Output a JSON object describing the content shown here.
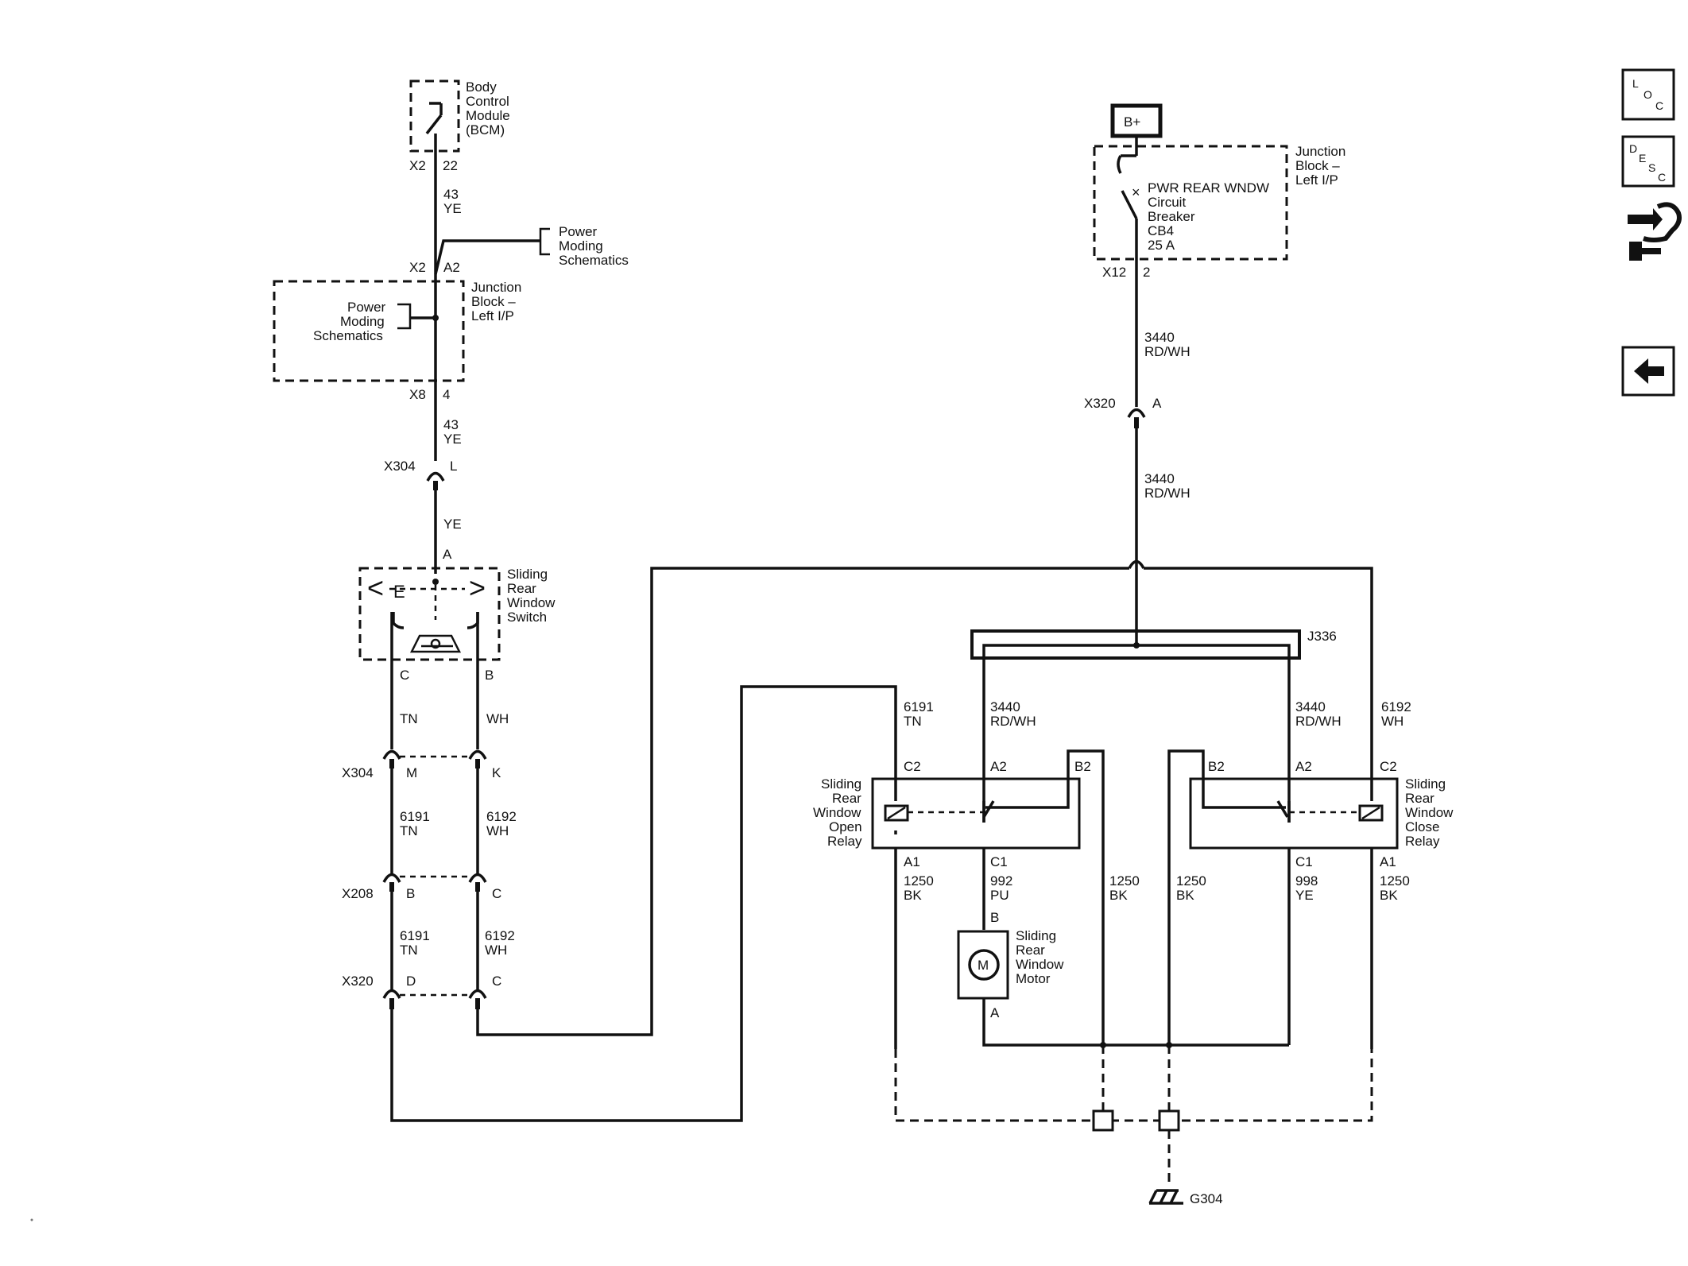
{
  "modules": {
    "bcm": {
      "name": [
        "Body",
        "Control",
        "Module",
        "(BCM)"
      ],
      "conn": "X2",
      "pin": "22"
    },
    "jb_left": {
      "name": [
        "Junction",
        "Block –",
        "Left I/P"
      ],
      "conn_top": "X2",
      "pin_top": "A2",
      "conn_bot": "X8",
      "pin_bot": "4"
    },
    "jb_right": {
      "name": [
        "Junction",
        "Block –",
        "Left I/P"
      ],
      "conn": "X12",
      "pin": "2"
    },
    "breaker": {
      "lines": [
        "PWR REAR WNDW",
        "Circuit",
        "Breaker",
        "CB4",
        "25 A"
      ]
    },
    "battery": {
      "label": "B+"
    },
    "pm_ref_top": [
      "Power",
      "Moding",
      "Schematics"
    ],
    "pm_ref_left": [
      "Power",
      "Moding",
      "Schematics"
    ],
    "switch": {
      "name": [
        "Sliding",
        "Rear",
        "Window",
        "Switch"
      ],
      "pin_a": "A",
      "pin_c": "C",
      "pin_b": "B"
    },
    "open_relay": {
      "name": [
        "Sliding",
        "Rear",
        "Window",
        "Open",
        "Relay"
      ],
      "c2": "C2",
      "a2": "A2",
      "b2": "B2",
      "a1": "A1",
      "c1": "C1"
    },
    "close_relay": {
      "name": [
        "Sliding",
        "Rear",
        "Window",
        "Close",
        "Relay"
      ],
      "c2": "C2",
      "a2": "A2",
      "b2": "B2",
      "a1": "A1",
      "c1": "C1"
    },
    "motor": {
      "name": [
        "Sliding",
        "Rear",
        "Window",
        "Motor"
      ],
      "symbol": "M",
      "pin_b": "B",
      "pin_a": "A"
    },
    "splice": {
      "label": "J336"
    },
    "ground": {
      "label": "G304"
    }
  },
  "wires": {
    "bcm_out": [
      "43",
      "YE"
    ],
    "jb_out": [
      "43",
      "YE"
    ],
    "x304_out": [
      "YE"
    ],
    "tn": "TN",
    "wh": "WH",
    "tn_x304": [
      "6191",
      "TN"
    ],
    "wh_x304": [
      "6192",
      "WH"
    ],
    "tn_x208": [
      "6191",
      "TN"
    ],
    "wh_x208": [
      "6192",
      "WH"
    ],
    "cb_out": [
      "3440",
      "RD/WH"
    ],
    "x320_out": [
      "3440",
      "RD/WH"
    ],
    "open_c2": [
      "6191",
      "TN"
    ],
    "open_a2": [
      "3440",
      "RD/WH"
    ],
    "close_a2": [
      "3440",
      "RD/WH"
    ],
    "close_c2": [
      "6192",
      "WH"
    ],
    "open_a1": [
      "1250",
      "BK"
    ],
    "open_c1": [
      "992",
      "PU"
    ],
    "open_b2": [
      "1250",
      "BK"
    ],
    "close_b2": [
      "1250",
      "BK"
    ],
    "close_c1": [
      "998",
      "YE"
    ],
    "close_a1": [
      "1250",
      "BK"
    ]
  },
  "connectors": {
    "x304_top": {
      "name": "X304",
      "pin": "L"
    },
    "x304": {
      "name": "X304",
      "pin_left": "M",
      "pin_right": "K"
    },
    "x208": {
      "name": "X208",
      "pin_left": "B",
      "pin_right": "C"
    },
    "x320": {
      "name": "X320",
      "pin_left": "D",
      "pin_right": "C"
    },
    "x320_right": {
      "name": "X320",
      "pin": "A"
    }
  },
  "sidebar": {
    "loc": {
      "icon": "loc-icon",
      "letters": [
        "L",
        "O",
        "C"
      ]
    },
    "desc": {
      "icon": "desc-icon",
      "letters": [
        "D",
        "E",
        "S",
        "C"
      ]
    },
    "connector": {
      "icon": "connector-view-icon"
    },
    "back": {
      "icon": "back-arrow-icon"
    }
  }
}
